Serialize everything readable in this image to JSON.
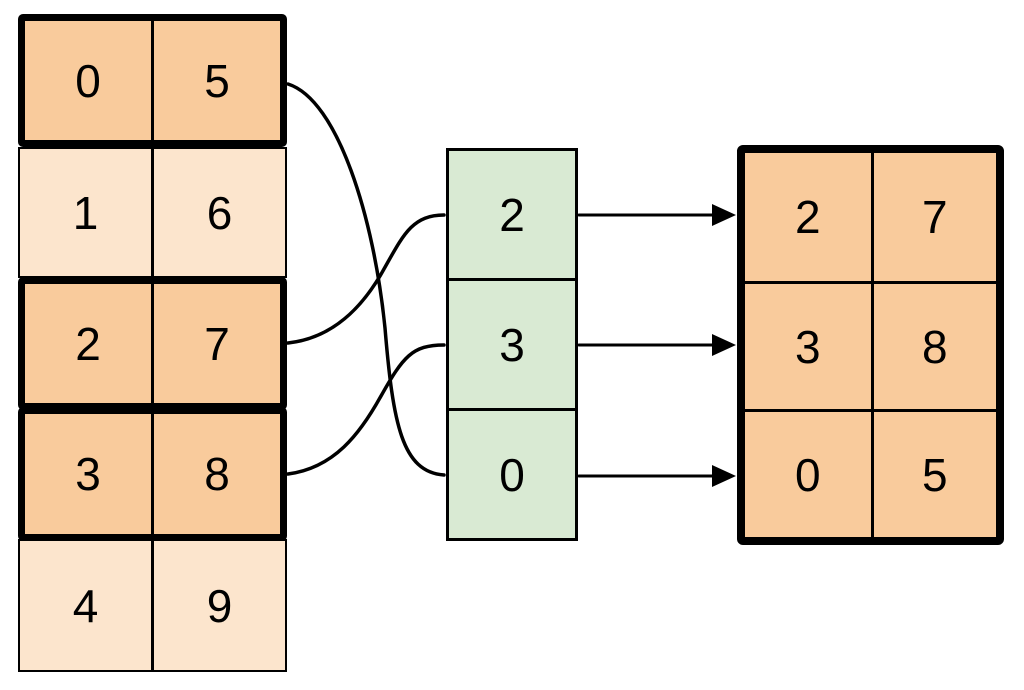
{
  "source_table": {
    "rows": [
      {
        "left": "0",
        "right": "5",
        "selected": true
      },
      {
        "left": "1",
        "right": "6",
        "selected": false
      },
      {
        "left": "2",
        "right": "7",
        "selected": true
      },
      {
        "left": "3",
        "right": "8",
        "selected": true
      },
      {
        "left": "4",
        "right": "9",
        "selected": false
      }
    ]
  },
  "index_column": {
    "values": [
      "2",
      "3",
      "0"
    ]
  },
  "result_table": {
    "rows": [
      {
        "left": "2",
        "right": "7"
      },
      {
        "left": "3",
        "right": "8"
      },
      {
        "left": "0",
        "right": "5"
      }
    ]
  },
  "colors": {
    "selected_fill": "#f9cb9c",
    "unselected_fill": "#fce5cd",
    "index_fill": "#d9ead3",
    "stroke": "#000000",
    "background": "#ffffff"
  }
}
